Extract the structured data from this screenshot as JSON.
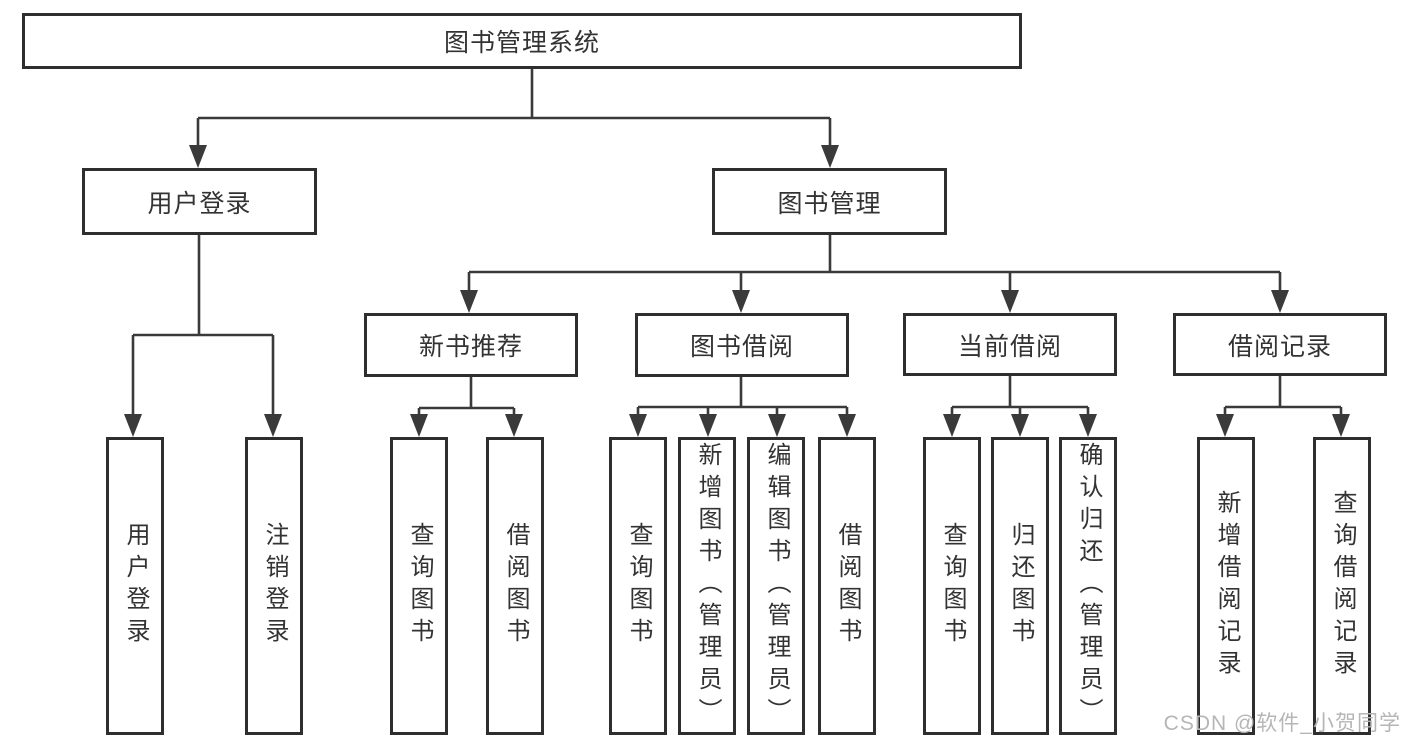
{
  "diagram": {
    "root": {
      "label": "图书管理系统"
    },
    "branches": [
      {
        "label": "用户登录",
        "leaves": [
          "用户登录",
          "注销登录"
        ]
      },
      {
        "label": "图书管理",
        "sections": [
          {
            "label": "新书推荐",
            "leaves": [
              "查询图书",
              "借阅图书"
            ]
          },
          {
            "label": "图书借阅",
            "leaves": [
              "查询图书",
              "新增图书（管理员）",
              "编辑图书（管理员）",
              "借阅图书"
            ]
          },
          {
            "label": "当前借阅",
            "leaves": [
              "查询图书",
              "归还图书",
              "确认归还（管理员）"
            ]
          },
          {
            "label": "借阅记录",
            "leaves": [
              "新增借阅记录",
              "查询借阅记录"
            ]
          }
        ]
      }
    ]
  },
  "watermark": {
    "text": "CSDN @软件_小贺同学"
  },
  "colors": {
    "line": "#3a3a3a",
    "box_border": "#2e2e2e",
    "text": "#333333",
    "watermark": "#b6b6b6",
    "background": "#ffffff"
  }
}
